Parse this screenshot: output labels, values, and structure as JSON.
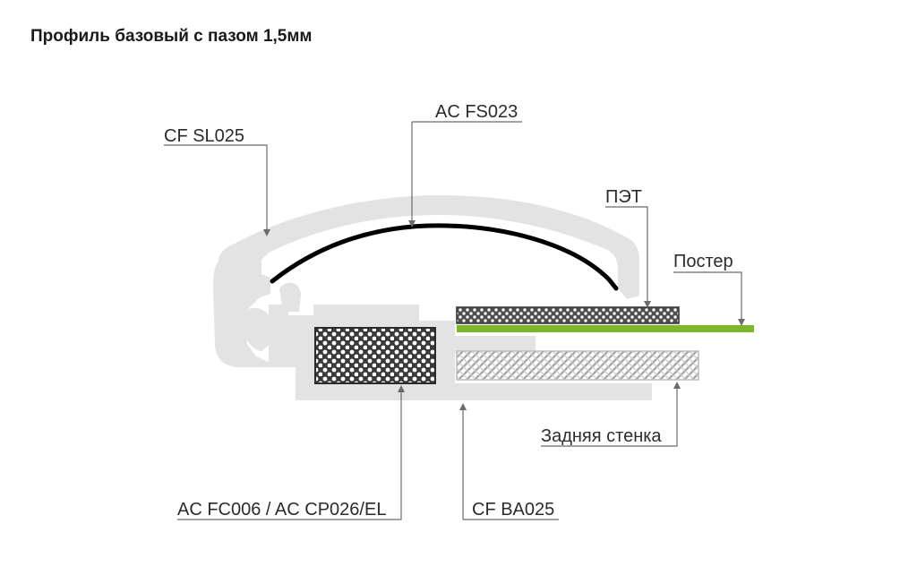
{
  "title": "Профиль базовый с пазом 1,5мм",
  "labels": {
    "cf_sl025": "CF SL025",
    "ac_fs023": "AC FS023",
    "pet": "ПЭТ",
    "poster": "Постер",
    "back_wall": "Задняя стенка",
    "ac_fc006": "AC FC006 / AC CP026/EL",
    "cf_ba025": "CF BA025"
  },
  "colors": {
    "profile": "#e3e3e3",
    "poster": "#7ab829",
    "leader": "#6b6b6b",
    "spring": "#000000",
    "foam_dark": "#3a3a3a",
    "back_panel": "#c8c8c8"
  }
}
